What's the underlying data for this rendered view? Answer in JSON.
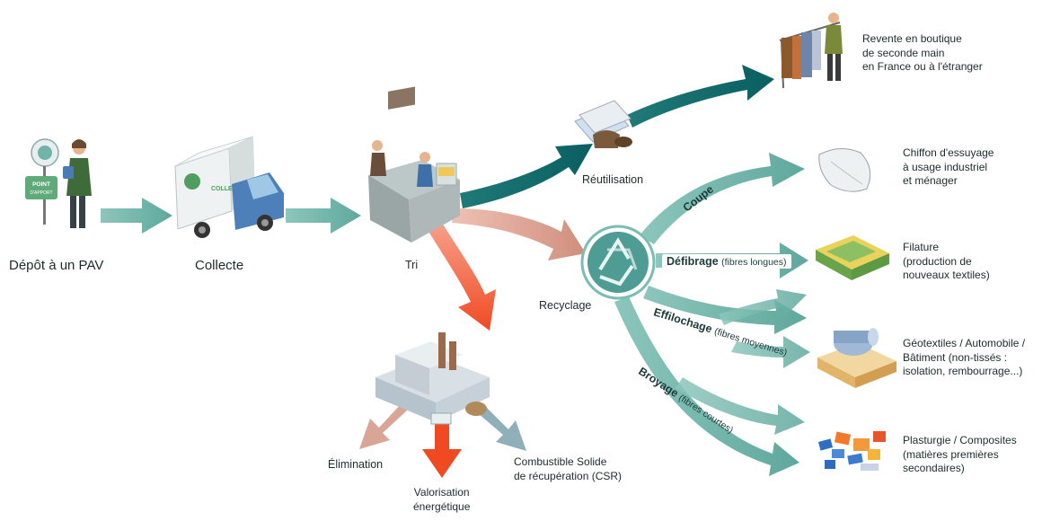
{
  "steps": {
    "depot": "Dépôt à un PAV",
    "collecte": "Collecte",
    "tri": "Tri",
    "reutilisation": "Réutilisation",
    "recyclage": "Recyclage"
  },
  "truck_text": "COLLECTE",
  "sign_text": "POINT D'APPORT",
  "reuse_output": [
    "Revente en boutique",
    "de seconde main",
    "en France ou à l'étranger"
  ],
  "recycling_branches": [
    {
      "name": "Coupe",
      "detail": ""
    },
    {
      "name": "Défibrage",
      "detail": "(fibres longues)"
    },
    {
      "name": "Effilochage",
      "detail": "(fibres moyennes)"
    },
    {
      "name": "Broyage",
      "detail": "(fibres courtes)"
    }
  ],
  "recycling_outputs": [
    {
      "lines": [
        "Chiffon d'essuyage",
        "à usage industriel",
        "et ménager"
      ],
      "icon": "cloth-icon"
    },
    {
      "lines": [
        "Filature",
        "(production de",
        "nouveaux textiles)"
      ],
      "icon": "folded-textile-icon"
    },
    {
      "lines": [
        "Géotextiles / Automobile /",
        "Bâtiment (non-tissés :",
        "isolation, rembourrage...)"
      ],
      "icon": "insulation-roll-icon"
    },
    {
      "lines": [
        "Plasturgie / Composites",
        "(matières premières",
        "secondaires)"
      ],
      "icon": "plastic-pellets-icon"
    }
  ],
  "energy_outputs": {
    "elimination": "Élimination",
    "valorisation": [
      "Valorisation",
      "énergétique"
    ],
    "csr": [
      "Combustible Solide",
      "de récupération (CSR)"
    ]
  },
  "colors": {
    "teal_light": "#6fb3a9",
    "teal_dark": "#0f6b6b",
    "salmon": "#d9a08f",
    "red_orange": "#f04a23",
    "blue_grey": "#8fb0b8"
  }
}
